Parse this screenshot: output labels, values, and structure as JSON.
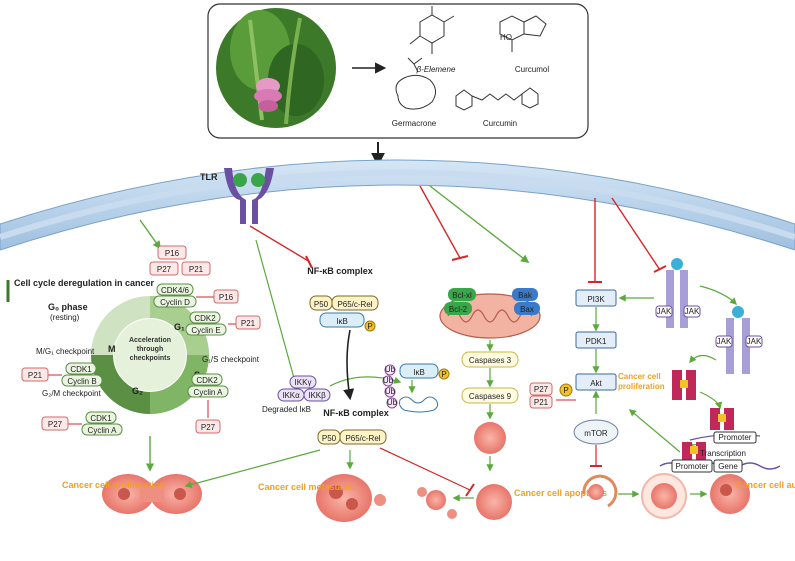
{
  "compounds": {
    "beta_elemene": "β-Elemene",
    "curcumol": "Curcumol",
    "germacrone": "Germacrone",
    "curcumin": "Curcumin"
  },
  "membrane": {
    "tlr": "TLR"
  },
  "cell_cycle": {
    "header": "Cell cycle deregulation in cancer",
    "g0": "G₀ phase",
    "g0_sub": "(resting)",
    "g1": "G₁",
    "s": "S",
    "g2": "G₂",
    "m": "M",
    "center": "Acceleration through checkpoints",
    "m_g1": "M/G₁ checkpoint",
    "g1_s": "G₁/S checkpoint",
    "g2_m": "G₂/M checkpoint",
    "p16_top": "P16",
    "p27_top": "P27",
    "p21_top": "P21",
    "cdk46": "CDK4/6",
    "cyclin_d": "Cyclin D",
    "p16_side": "P16",
    "cdk2_e": "CDK2",
    "cyclin_e": "Cyclin E",
    "p21_e": "P21",
    "cdk1_b": "CDK1",
    "cyclin_b": "Cyclin B",
    "p21_b": "P21",
    "cdk2_a": "CDK2",
    "cyclin_a_r": "Cyclin A",
    "p27_a": "P27",
    "cdk1_a": "CDK1",
    "cyclin_a_l": "Cyclin A",
    "p27_l": "P27",
    "outcome": "Cancer cell proliferation"
  },
  "nfkb": {
    "complex": "NF-κB complex",
    "p50": "P50",
    "p65": "P65/c-Rel",
    "ikb": "IκB",
    "ikkg": "IKKγ",
    "ikka": "IKKα",
    "ikkb": "IKKβ",
    "ikb2": "IκB",
    "ub": "Ub",
    "p": "P",
    "degraded": "Degraded IκB",
    "complex2": "NF-κB complex",
    "p50_2": "P50",
    "p65_2": "P65/c-Rel",
    "outcome": "Cancer cell metastasis"
  },
  "apoptosis": {
    "bclxl": "Bcl-xl",
    "bcl2": "Bcl-2",
    "bak": "Bak",
    "bax": "Bax",
    "casp3": "Caspases 3",
    "casp9": "Caspases 9",
    "outcome": "Cancer cell apoptosis"
  },
  "pi3k": {
    "pi3k": "PI3K",
    "pdk1": "PDK1",
    "akt": "Akt",
    "p27": "P27",
    "p21": "P21",
    "p": "P",
    "mtor": "mTOR",
    "outcome": "Cancer cell autophagy"
  },
  "jak": {
    "jak": "JAK",
    "promoter": "Promoter",
    "promoter2": "Promoter",
    "transcription": "Transcription",
    "gene": "Gene",
    "outcome": "Cancer cell proliferation"
  },
  "colors": {
    "arrow_green": "#5aaa3c",
    "inhibit_red": "#d62728",
    "outcome_orange": "#f0a020",
    "membrane_blue": "#aac8e6"
  }
}
